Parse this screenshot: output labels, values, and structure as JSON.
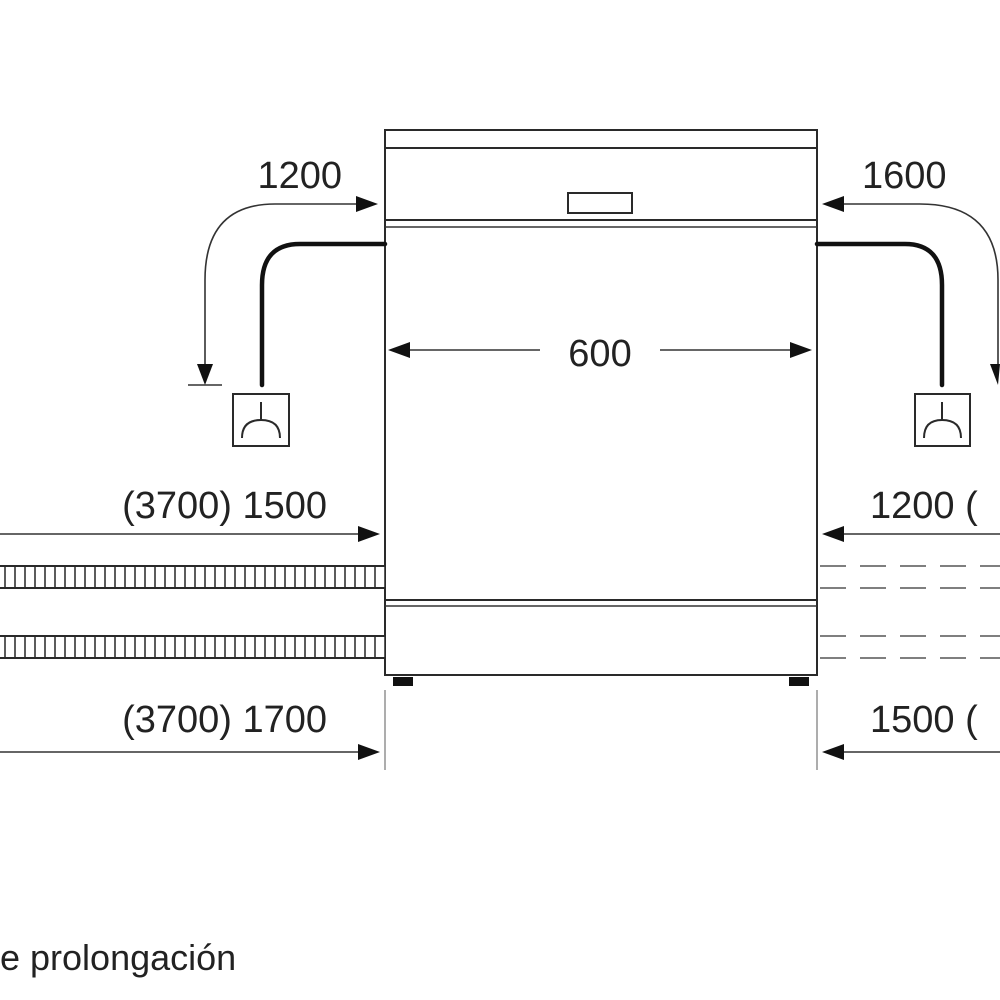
{
  "dimensions": {
    "width": "600",
    "inlet_left": "1200",
    "inlet_right": "1600",
    "hose_left_upper": "(3700) 1500",
    "hose_left_lower": "(3700) 1700",
    "hose_right_upper": "1200 (",
    "hose_right_lower": "1500 ("
  },
  "caption": "e prolongación",
  "icons": {
    "drain_left": "drain-siphon-icon",
    "drain_right": "drain-siphon-icon"
  }
}
